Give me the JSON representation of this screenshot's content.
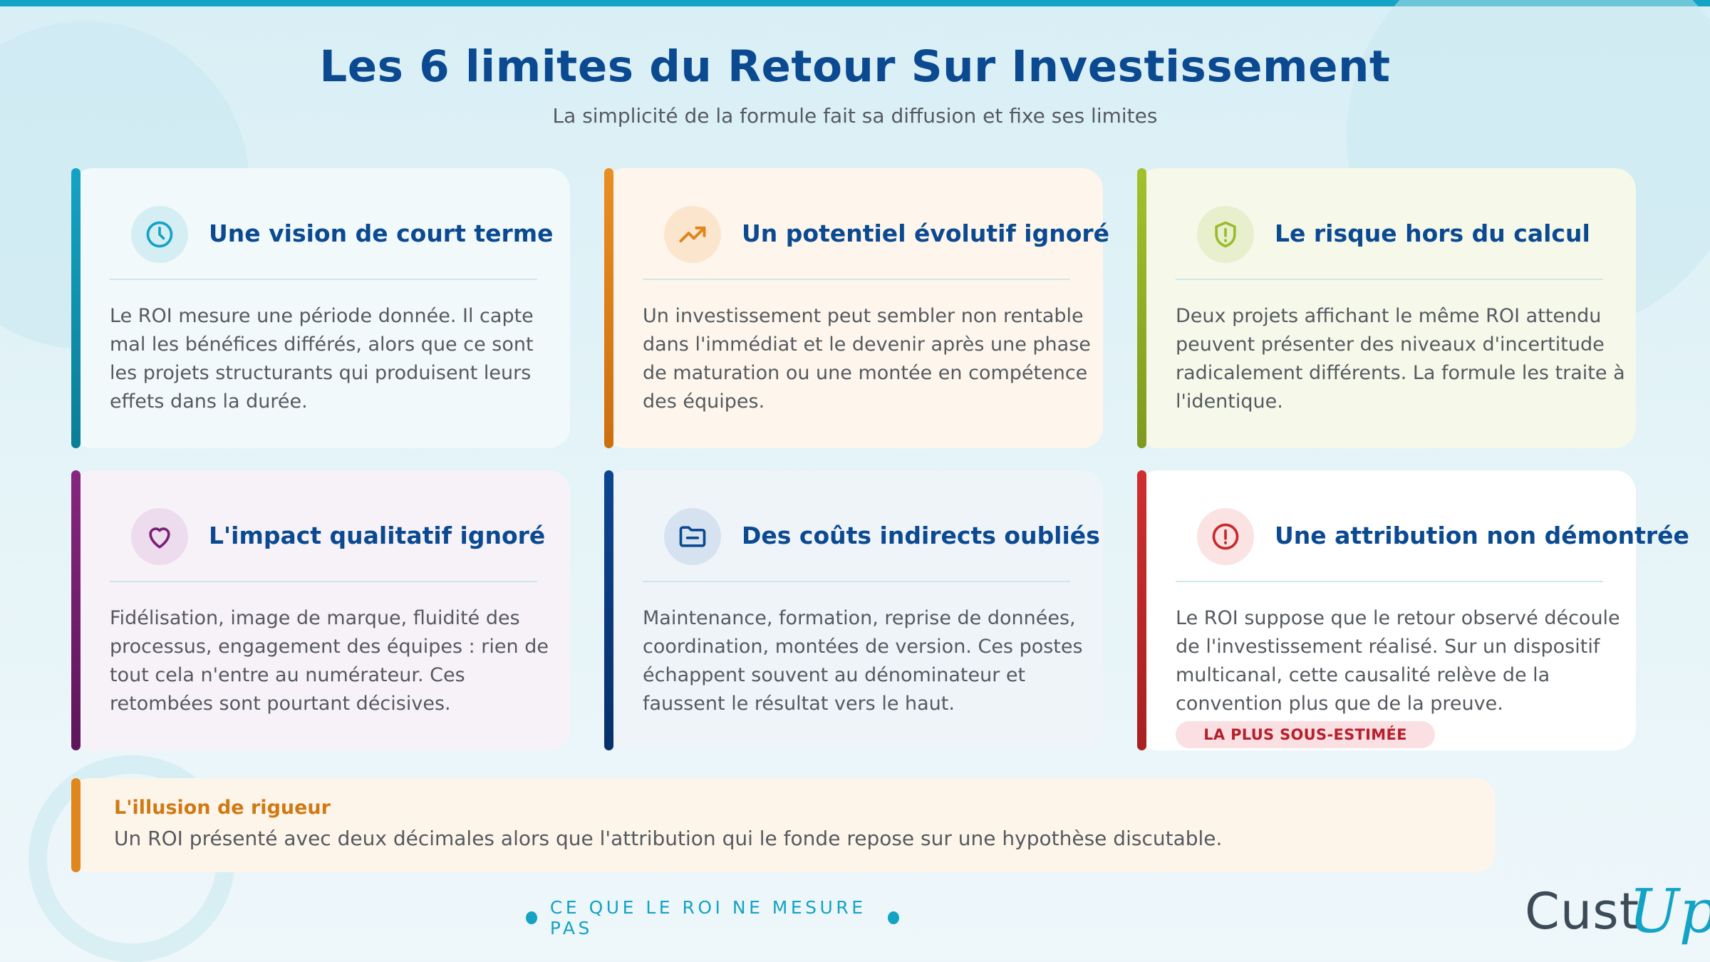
{
  "title": "Les 6 limites du Retour Sur Investissement",
  "subtitle": "La simplicité de la formule fait sa diffusion et fixe ses limites",
  "colors": {
    "accent_teal": "#12a3c5",
    "accent_orange": "#e0861c",
    "accent_green": "#9bbb2a",
    "accent_purple": "#7a2075",
    "accent_navy": "#0a3b7c",
    "accent_red": "#c62b2b",
    "title_blue": "#0b4a91"
  },
  "cards": [
    {
      "title": "Une vision de court terme",
      "icon": "clock-icon",
      "text": "Le ROI mesure une période donnée. Il capte mal les bénéfices différés, alors que ce sont les projets structurants qui produisent leurs effets dans la durée."
    },
    {
      "title": "Un potentiel évolutif ignoré",
      "icon": "trending-up-icon",
      "text": "Un investissement peut sembler non rentable dans l'immédiat et le devenir après une phase de maturation ou une montée en compétence des équipes."
    },
    {
      "title": "Le risque hors du calcul",
      "icon": "shield-alert-icon",
      "text": "Deux projets affichant le même ROI attendu peuvent présenter des niveaux d'incertitude radicalement différents. La formule les traite à l'identique."
    },
    {
      "title": "L'impact qualitatif ignoré",
      "icon": "heart-icon",
      "text": "Fidélisation, image de marque, fluidité des processus, engagement des équipes : rien de tout cela n'entre au numérateur. Ces retombées sont pourtant décisives."
    },
    {
      "title": "Des coûts indirects oubliés",
      "icon": "folder-icon",
      "text": "Maintenance, formation, reprise de données, coordination, montées de version. Ces postes échappent souvent au dénominateur et faussent le résultat vers le haut."
    },
    {
      "title": "Une attribution non démontrée",
      "icon": "alert-circle-icon",
      "text": "Le ROI suppose que le retour observé découle de l'investissement réalisé. Sur un dispositif multicanal, cette causalité relève de la convention plus que de la preuve.",
      "badge": "LA PLUS SOUS-ESTIMÉE"
    }
  ],
  "banner": {
    "title": "L'illusion de rigueur",
    "text": "Un ROI présenté avec deux décimales alors que l'attribution qui le fonde repose sur une hypothèse discutable."
  },
  "footer": "CE QUE LE ROI NE MESURE PAS",
  "logo": {
    "part1": "Cust",
    "part2": "Up"
  }
}
